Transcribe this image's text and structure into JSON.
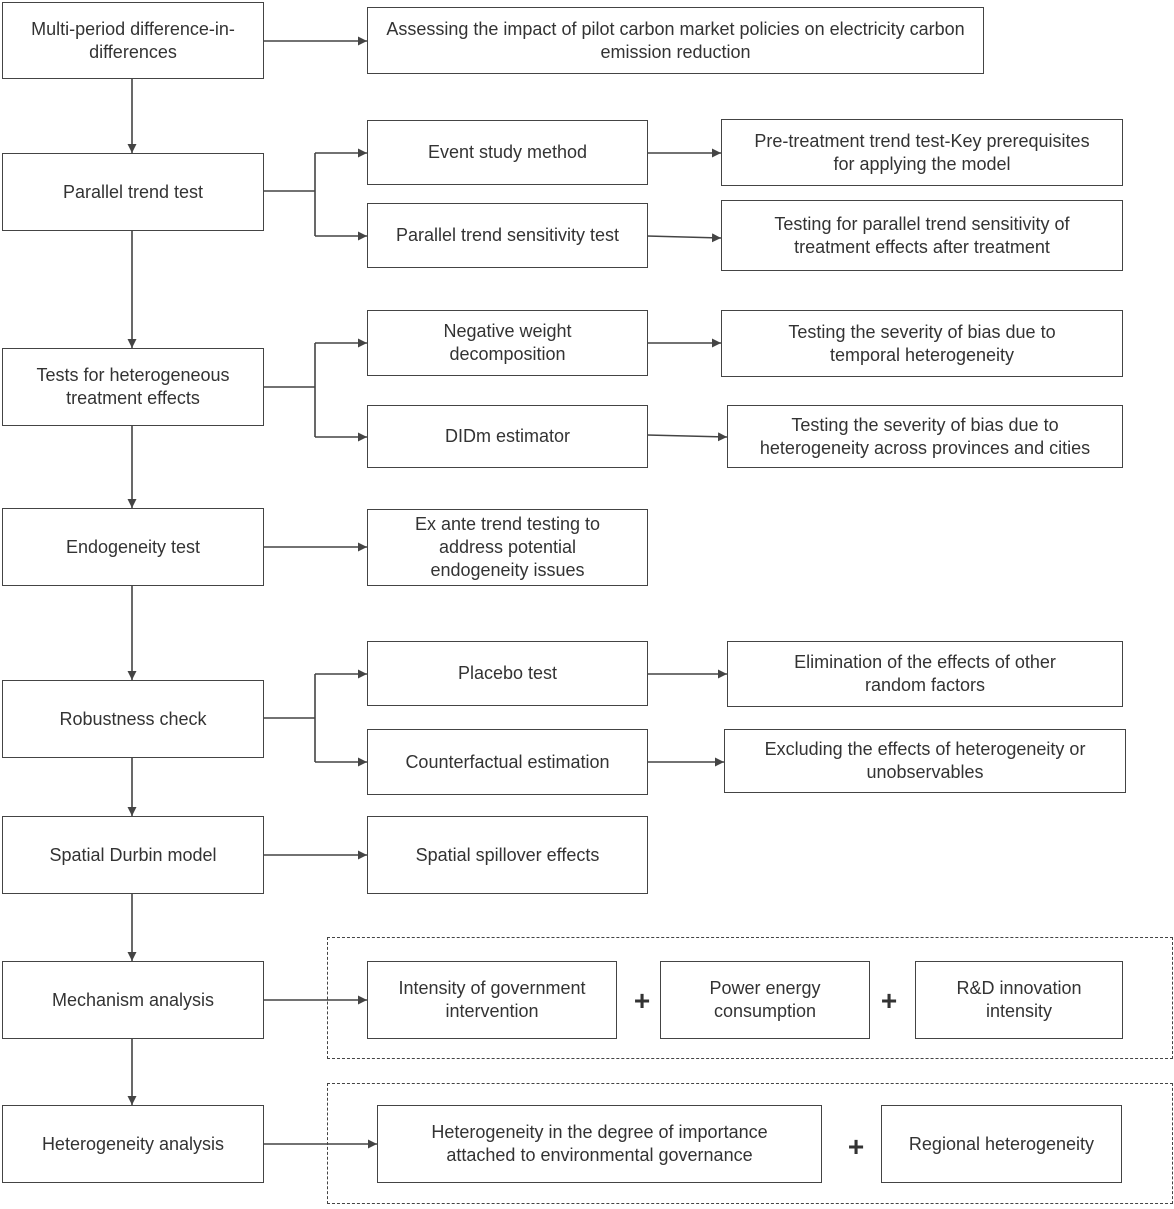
{
  "left_nodes": {
    "multi_period_did": "Multi-period difference-in-differences",
    "parallel_trend_test": "Parallel trend test",
    "heterogeneous_effects": "Tests for heterogeneous treatment effects",
    "endogeneity_test": "Endogeneity test",
    "robustness_check": "Robustness check",
    "spatial_durbin": "Spatial Durbin model",
    "mechanism_analysis": "Mechanism analysis",
    "heterogeneity_analysis": "Heterogeneity analysis"
  },
  "middle_nodes": {
    "assessing_impact": "Assessing the impact of pilot carbon market policies on electricity carbon emission reduction",
    "event_study": "Event study method",
    "parallel_sensitivity": "Parallel trend sensitivity test",
    "negative_weight": "Negative weight decomposition",
    "didm_estimator": "DIDm estimator",
    "ex_ante_trend": "Ex ante trend testing to address potential endogeneity issues",
    "placebo_test": "Placebo test",
    "counterfactual": "Counterfactual estimation",
    "spatial_spillover": "Spatial spillover effects"
  },
  "right_nodes": {
    "pre_treatment": "Pre-treatment trend test-Key prerequisites for applying the model",
    "sensitivity_after": "Testing for parallel trend sensitivity of treatment effects after treatment",
    "temporal_bias": "Testing the severity of bias due to temporal heterogeneity",
    "province_bias": "Testing the severity of bias due to heterogeneity across provinces and cities",
    "random_factors": "Elimination of the effects of other random factors",
    "unobservables": "Excluding the effects of heterogeneity or unobservables"
  },
  "mechanism_group": {
    "government": "Intensity of government intervention",
    "power_energy": "Power energy consumption",
    "rnd": "R&D innovation intensity",
    "plus": "+"
  },
  "heterogeneity_group": {
    "environmental": "Heterogeneity in the degree of importance attached to environmental governance",
    "regional": "Regional heterogeneity",
    "plus": "+"
  }
}
